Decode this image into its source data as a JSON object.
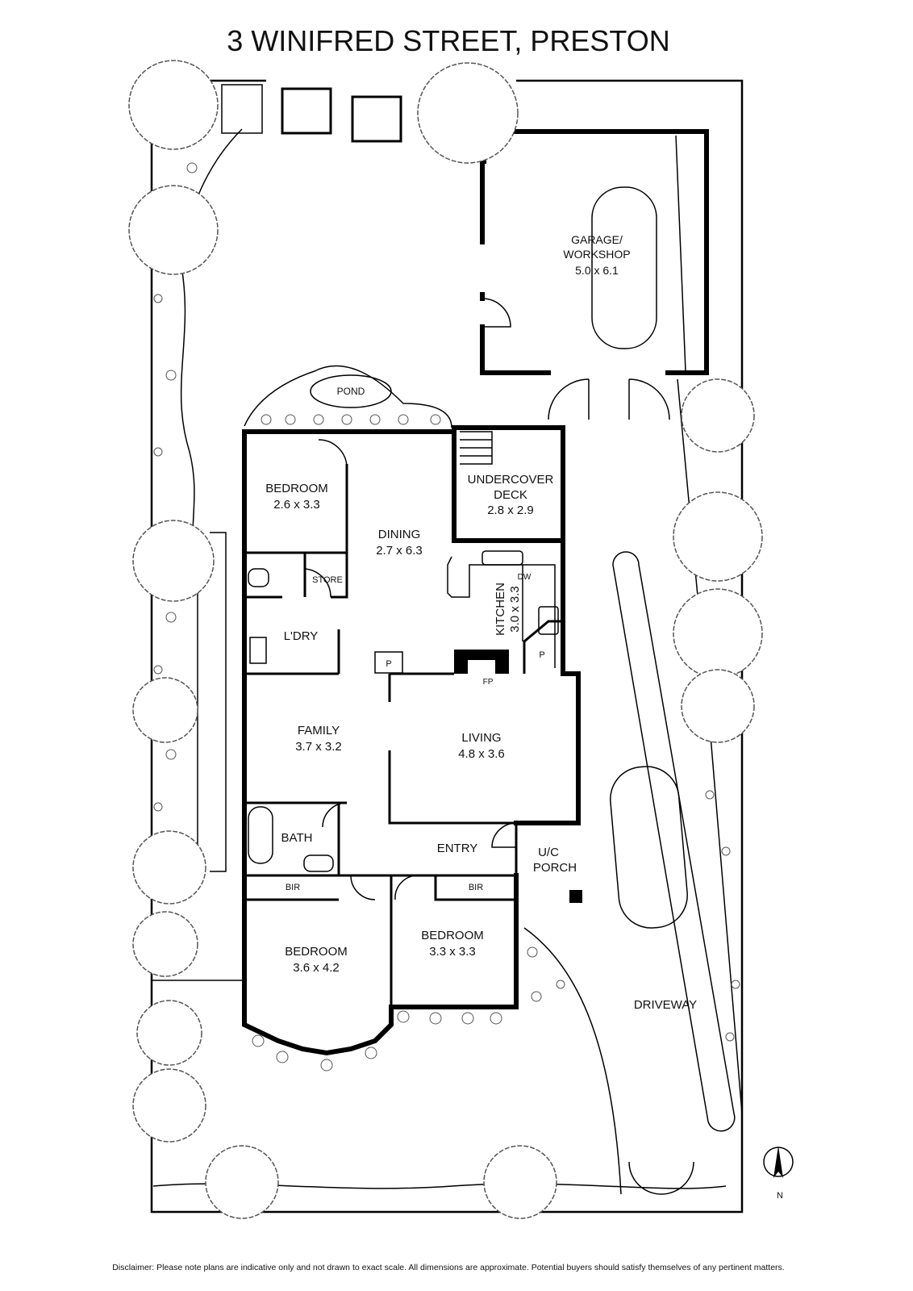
{
  "title": "3 WINIFRED STREET, PRESTON",
  "rooms": {
    "garage": {
      "name": "GARAGE/",
      "name2": "WORKSHOP",
      "dims": "5.0 x 6.1"
    },
    "pond": {
      "name": "POND"
    },
    "bedroom_rear": {
      "name": "BEDROOM",
      "dims": "2.6 x 3.3"
    },
    "dining": {
      "name": "DINING",
      "dims": "2.7 x 6.3"
    },
    "deck": {
      "name": "UNDERCOVER",
      "name2": "DECK",
      "dims": "2.8 x 2.9"
    },
    "kitchen": {
      "name": "KITCHEN",
      "dims": "3.0 x 3.3",
      "dw": "DW"
    },
    "store": {
      "name": "STORE"
    },
    "laundry": {
      "name": "L'DRY"
    },
    "pantry1": {
      "name": "P"
    },
    "pantry2": {
      "name": "P"
    },
    "fireplace": {
      "name": "FP"
    },
    "family": {
      "name": "FAMILY",
      "dims": "3.7 x 3.2"
    },
    "living": {
      "name": "LIVING",
      "dims": "4.8 x 3.6"
    },
    "bath": {
      "name": "BATH"
    },
    "entry": {
      "name": "ENTRY"
    },
    "porch": {
      "name": "U/C",
      "name2": "PORCH"
    },
    "bir1": {
      "name": "BIR"
    },
    "bir2": {
      "name": "BIR"
    },
    "bedroom_front_left": {
      "name": "BEDROOM",
      "dims": "3.6 x 4.2"
    },
    "bedroom_front_right": {
      "name": "BEDROOM",
      "dims": "3.3 x 3.3"
    },
    "driveway": {
      "name": "DRIVEWAY"
    }
  },
  "compass": {
    "label": "N"
  },
  "disclaimer": "Disclaimer: Please note plans are indicative only and not drawn to exact scale. All dimensions are approximate. Potential buyers should satisfy themselves of any pertinent matters."
}
